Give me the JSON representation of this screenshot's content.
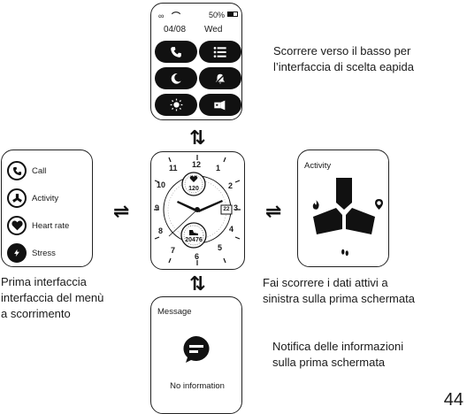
{
  "top_screen": {
    "date": "04/08",
    "weekday": "Wed",
    "battery": "50%",
    "buttons": [
      "phone-icon",
      "list-icon",
      "moon-icon",
      "bell-off-icon",
      "sun-icon",
      "flashlight-icon"
    ]
  },
  "top_caption": "Scorrere verso il basso per l’interfaccia di scelta eapida",
  "left_screen": {
    "items": [
      {
        "label": "Call",
        "icon": "phone-icon"
      },
      {
        "label": "Activity",
        "icon": "activity-icon"
      },
      {
        "label": "Heart rate",
        "icon": "heart-icon"
      },
      {
        "label": "Stress",
        "icon": "stress-icon"
      }
    ]
  },
  "left_caption": [
    "Prima interfaccia",
    "interfaccia del menù",
    "a scorrimento"
  ],
  "watch": {
    "heart_value": "120",
    "steps_value": "20476",
    "date_window": "22",
    "numerals": [
      "12",
      "1",
      "2",
      "3",
      "4",
      "5",
      "6",
      "7",
      "8",
      "9",
      "10",
      "11"
    ]
  },
  "right_screen": {
    "title": "Activity"
  },
  "right_caption": [
    "Fai scorrere i dati attivi a",
    "sinistra sulla prima schermata"
  ],
  "bottom_screen": {
    "title": "Message",
    "empty_text": "No information"
  },
  "bottom_caption": [
    "Notifica delle informazioni",
    "sulla prima schermata"
  ],
  "page_number": "44",
  "arrows": {
    "vertical": "⇅",
    "horizontal": "⇌"
  }
}
